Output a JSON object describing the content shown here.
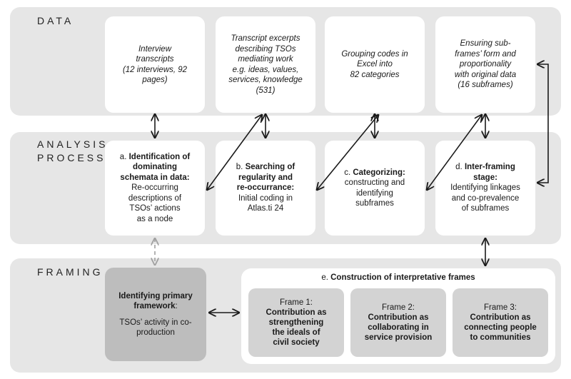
{
  "bands": {
    "data": "DATA",
    "analysis": "ANALYSIS\nPROCESS",
    "framing": "FRAMING"
  },
  "data_boxes": [
    {
      "line1": "Interview",
      "line2": "transcripts",
      "line3": "(12 interviews, 92",
      "line4": "pages)"
    },
    {
      "line1": "Transcript excerpts",
      "line2": "describing TSOs",
      "line3": "mediating work",
      "line4": "e.g. ideas, values,",
      "line5": "services, knowledge",
      "line6": "(531)"
    },
    {
      "line1": "Grouping codes in",
      "line2": "Excel into",
      "line3": "82 categories"
    },
    {
      "line1": "Ensuring sub-",
      "line2": "frames’ form and",
      "line3": "proportionality",
      "line4": "with original data",
      "line5": "(16 subframes)"
    }
  ],
  "analysis_boxes": [
    {
      "prefix": "a. ",
      "bold1": "Identification of",
      "bold2": "dominating",
      "bold3": "schemata in data:",
      "text1": "Re-occurring",
      "text2": "descriptions of",
      "text3": "TSOs’ actions",
      "text4": "as a node"
    },
    {
      "prefix": "b. ",
      "bold1": "Searching of",
      "bold2": "regularity and",
      "bold3": "re-occurrance:",
      "text1": "Initial coding in",
      "text2": "Atlas.ti 24"
    },
    {
      "prefix": "c. ",
      "bold1": "Categorizing:",
      "text1": "constructing and",
      "text2": "identifying",
      "text3": "subframes"
    },
    {
      "prefix": "d. ",
      "bold1": "Inter-framing",
      "bold2": "stage:",
      "text1": "Identifying linkages",
      "text2": "and co-prevalence",
      "text3": "of subframes"
    }
  ],
  "primary": {
    "bold1": "Identifying primary",
    "bold2": "framework",
    "suffix": ":",
    "text1": "TSOs’ activity in co-",
    "text2": "production"
  },
  "frames_title": {
    "prefix": "e. ",
    "bold": "Construction of interpretative frames"
  },
  "frames": [
    {
      "label": "Frame 1:",
      "bold1": "Contribution as",
      "bold2": "strengthening",
      "bold3": "the ideals of",
      "bold4": "civil society"
    },
    {
      "label": "Frame 2:",
      "bold1": "Contribution as",
      "bold2": "collaborating in",
      "bold3": "service provision"
    },
    {
      "label": "Frame 3:",
      "bold1": "Contribution as",
      "bold2": "connecting people",
      "bold3": "to communities"
    }
  ],
  "colors": {
    "band": "#e6e6e6",
    "box": "#ffffff",
    "frame": "#d3d3d3",
    "primary": "#bdbdbd",
    "arrow": "#1a1a1a",
    "dashed_arrow": "#a0a0a0"
  }
}
